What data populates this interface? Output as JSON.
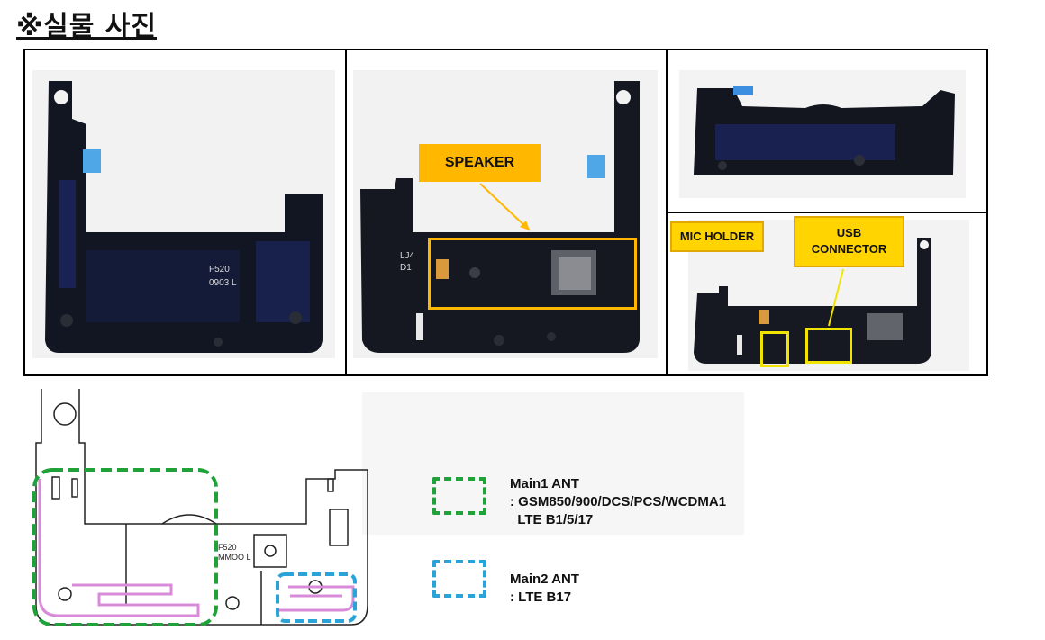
{
  "header": {
    "title": "※실물 사진"
  },
  "photos": {
    "front": {
      "part_marks": [
        "F520",
        "0903 L"
      ]
    },
    "back": {
      "part_marks": [
        "LJ4",
        "D1"
      ]
    }
  },
  "callouts": {
    "speaker": "SPEAKER",
    "mic_holder": "MIC HOLDER",
    "usb_connector_line1": "USB",
    "usb_connector_line2": "CONNECTOR"
  },
  "diagram": {
    "part_marks": [
      "F520",
      "MMOO L"
    ]
  },
  "legend": {
    "main1": {
      "title": "Main1 ANT",
      "line2": ": GSM850/900/DCS/PCS/WCDMA1",
      "line3": "  LTE B1/5/17",
      "color": "#1fa23a"
    },
    "main2": {
      "title": "Main2 ANT",
      "line2": ": LTE B17",
      "color": "#2aa3d8"
    }
  },
  "colors": {
    "highlight_speaker": "#ffb700",
    "highlight_ports": "#f0e400",
    "trace": "#d88bd8"
  }
}
